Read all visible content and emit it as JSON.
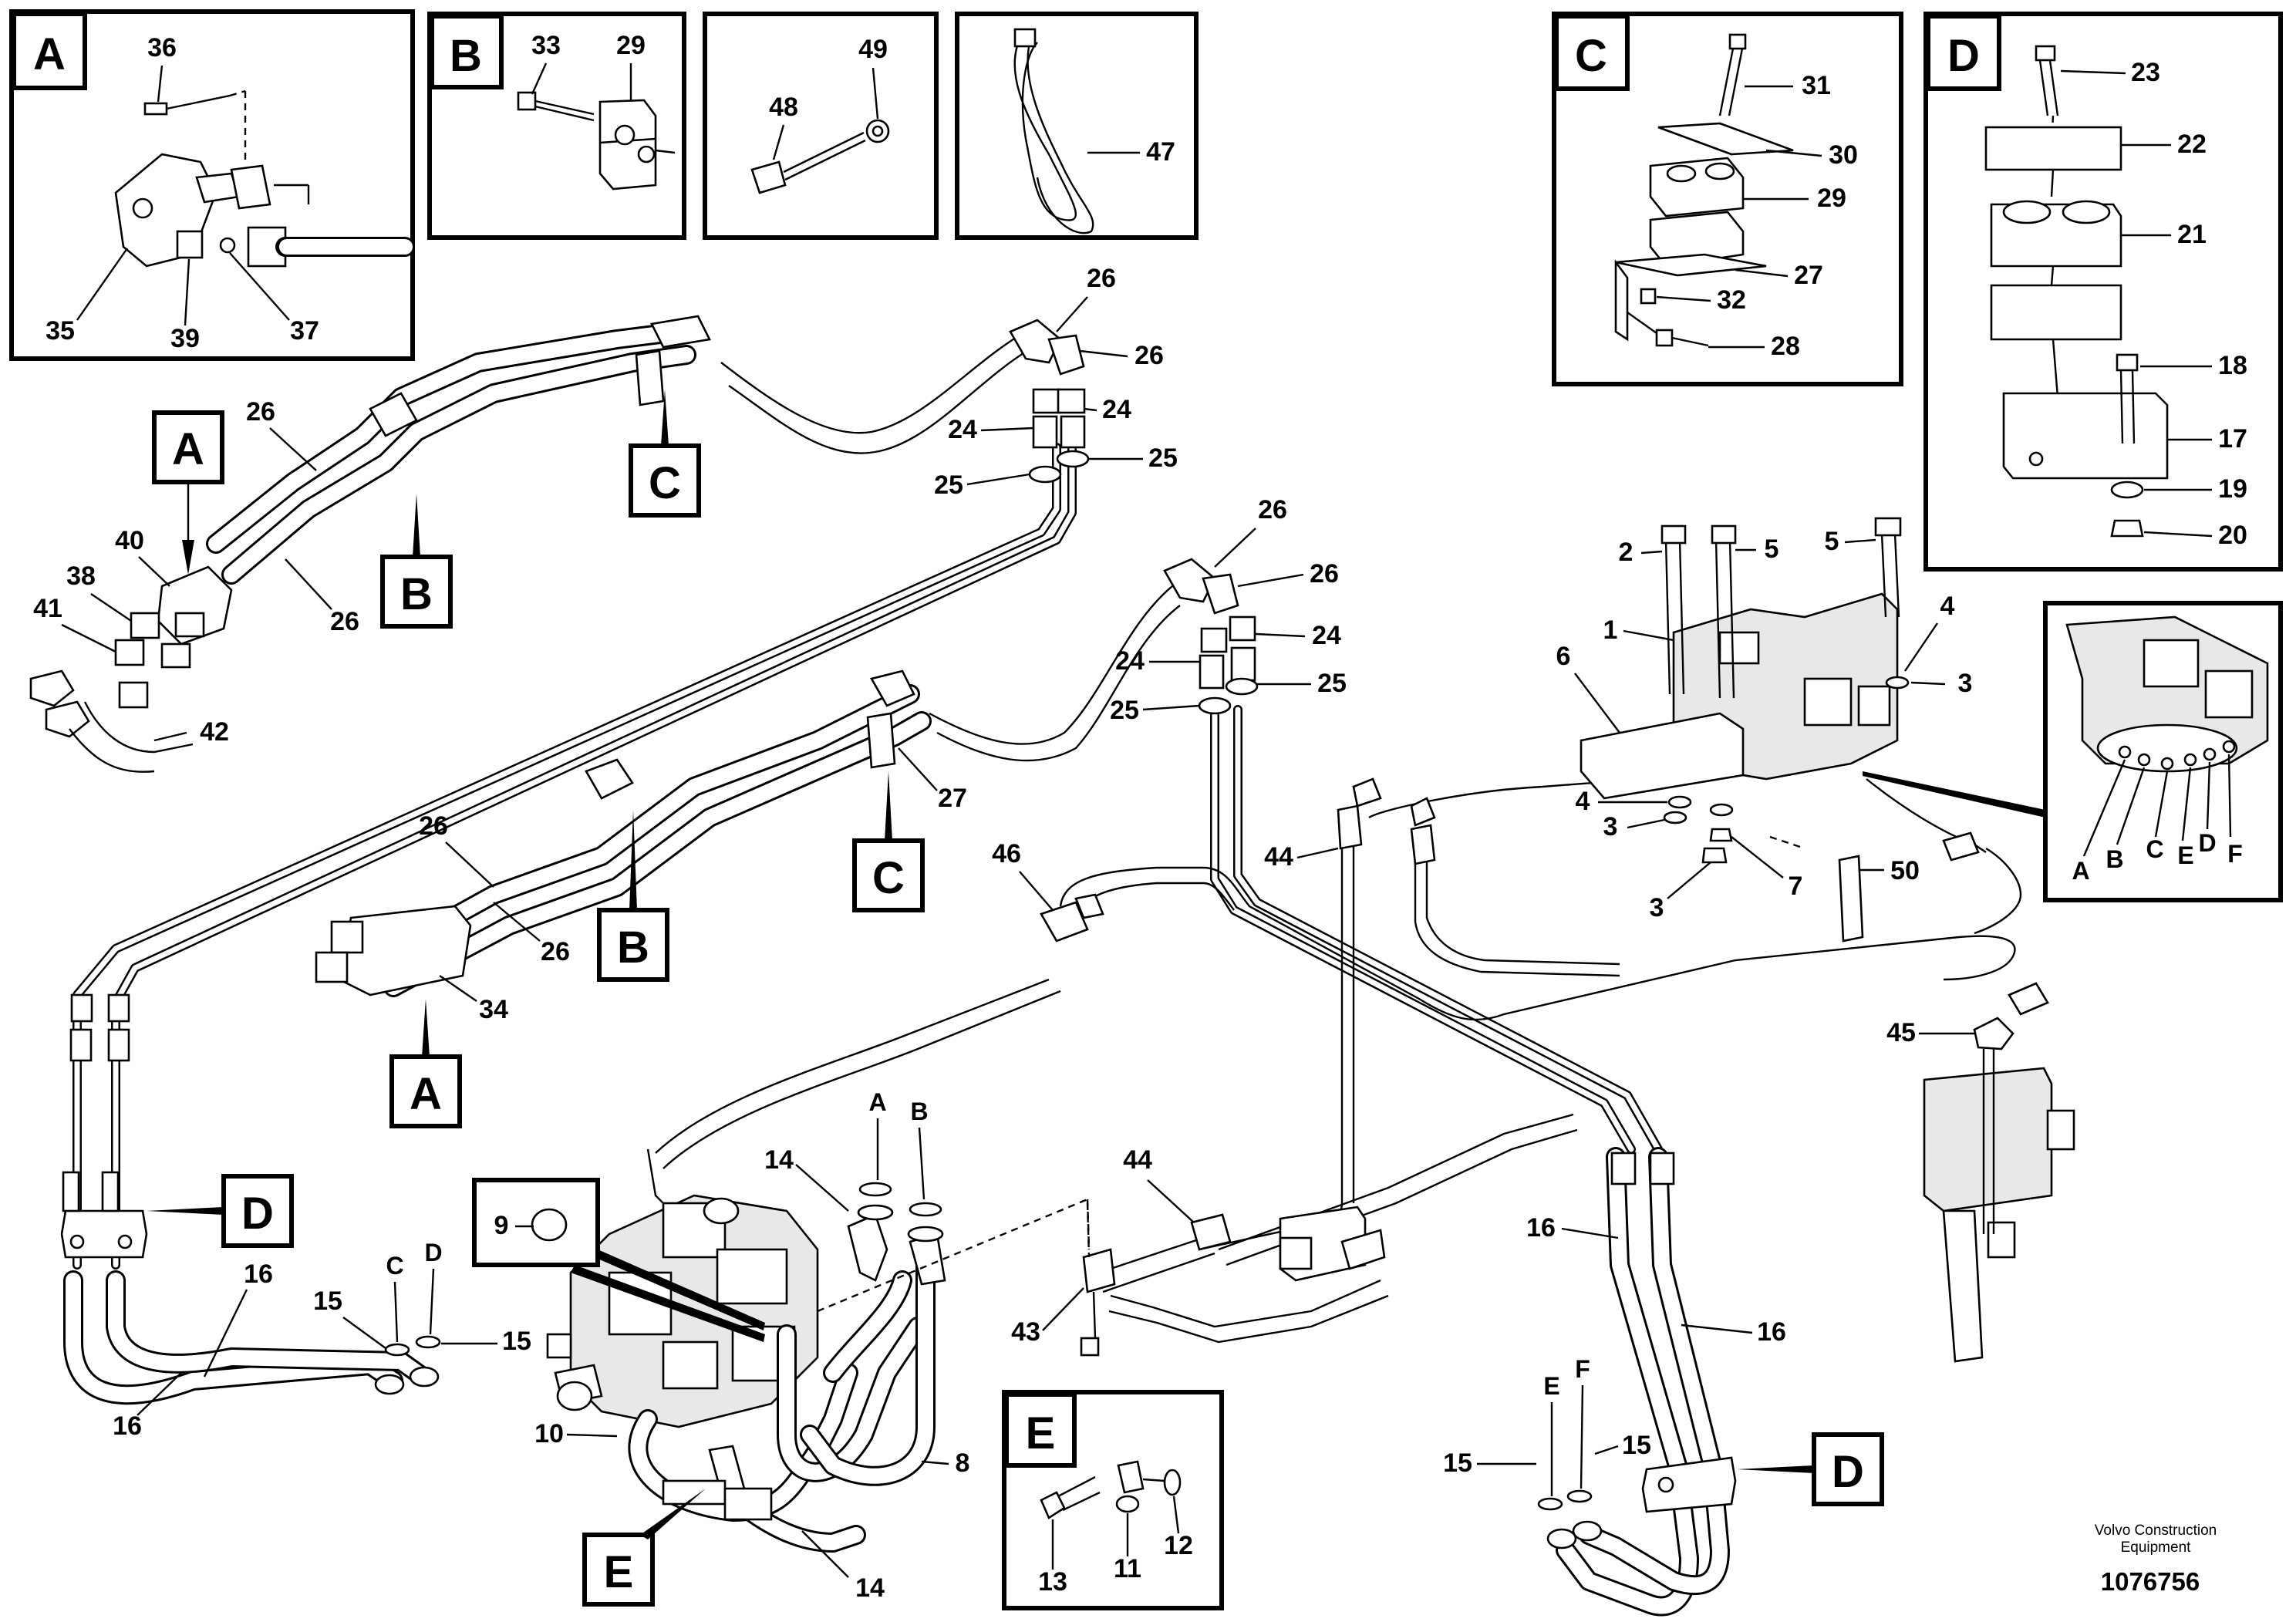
{
  "footer": {
    "brand_line1": "Volvo Construction",
    "brand_line2": "Equipment",
    "drawing_number": "1076756"
  },
  "detail_views": {
    "A": {
      "title": "A",
      "parts": [
        "36",
        "35",
        "39",
        "37"
      ]
    },
    "B": {
      "title": "B",
      "parts": [
        "33",
        "29"
      ]
    },
    "bolt_box": {
      "parts": [
        "48",
        "49"
      ]
    },
    "tie_box": {
      "parts": [
        "47"
      ]
    },
    "C": {
      "title": "C",
      "parts": [
        "31",
        "30",
        "29",
        "27",
        "32",
        "28"
      ]
    },
    "D": {
      "title": "D",
      "parts": [
        "23",
        "22",
        "21",
        "18",
        "17",
        "19",
        "20"
      ]
    },
    "E": {
      "title": "E",
      "parts": [
        "13",
        "11",
        "12"
      ]
    }
  },
  "view_letters": [
    "A",
    "B",
    "C",
    "A",
    "B",
    "C",
    "D",
    "D",
    "E"
  ],
  "valve_inset_ports": [
    "A",
    "B",
    "C",
    "D",
    "E",
    "F"
  ],
  "port_letters": [
    "A",
    "B",
    "C",
    "D",
    "E",
    "F"
  ],
  "callouts": {
    "p40": "40",
    "p38": "38",
    "p41": "41",
    "p42": "42",
    "p34": "34",
    "p27": "27",
    "p1": "1",
    "p2": "2",
    "p3": "3",
    "p4": "4",
    "p5": "5",
    "p6": "6",
    "p7": "7",
    "p8": "8",
    "p9": "9",
    "p10": "10",
    "p14": "14",
    "p15": "15",
    "p16": "16",
    "p24": "24",
    "p25": "25",
    "p26": "26",
    "p43": "43",
    "p44": "44",
    "p45": "45",
    "p46": "46",
    "p50": "50"
  }
}
